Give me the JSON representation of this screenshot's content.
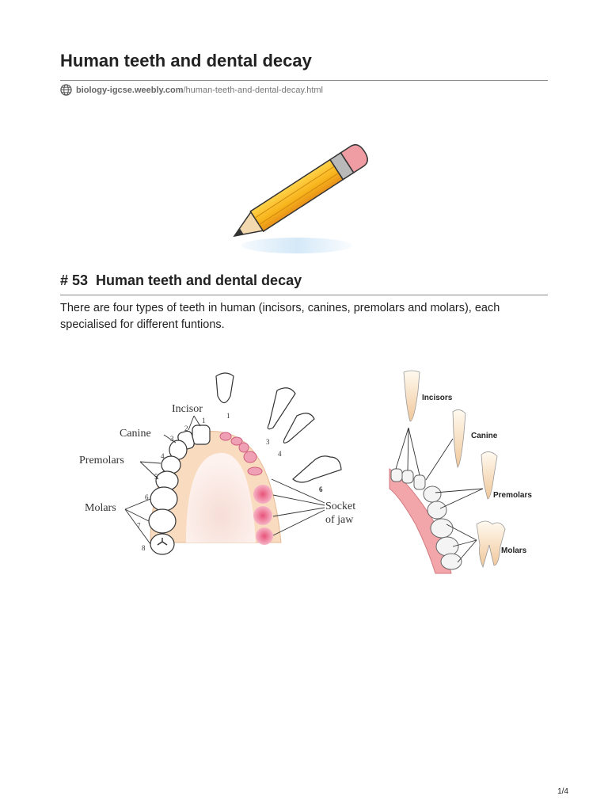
{
  "header": {
    "title": "Human teeth and dental decay",
    "source_domain": "biology-igcse.weebly.com",
    "source_path": "/human-teeth-and-dental-decay.html"
  },
  "section": {
    "heading": "# 53  Human teeth and dental decay",
    "paragraph": "There are four types of teeth in human (incisors, canines, premolars and molars), each specialised for different funtions."
  },
  "diagram_left": {
    "labels": {
      "incisor": "Incisor",
      "canine": "Canine",
      "premolars": "Premolars",
      "molars": "Molars",
      "socket_line1": "Socket",
      "socket_line2": "of jaw"
    },
    "numbers": [
      "1",
      "2",
      "3",
      "4",
      "5",
      "6",
      "7",
      "8",
      "1",
      "3",
      "4",
      "6"
    ]
  },
  "diagram_right": {
    "labels": {
      "incisors": "Incisors",
      "canine": "Canine",
      "premolars": "Premolars",
      "molars": "Molars"
    }
  },
  "footer": {
    "page_indicator": "1/4"
  }
}
